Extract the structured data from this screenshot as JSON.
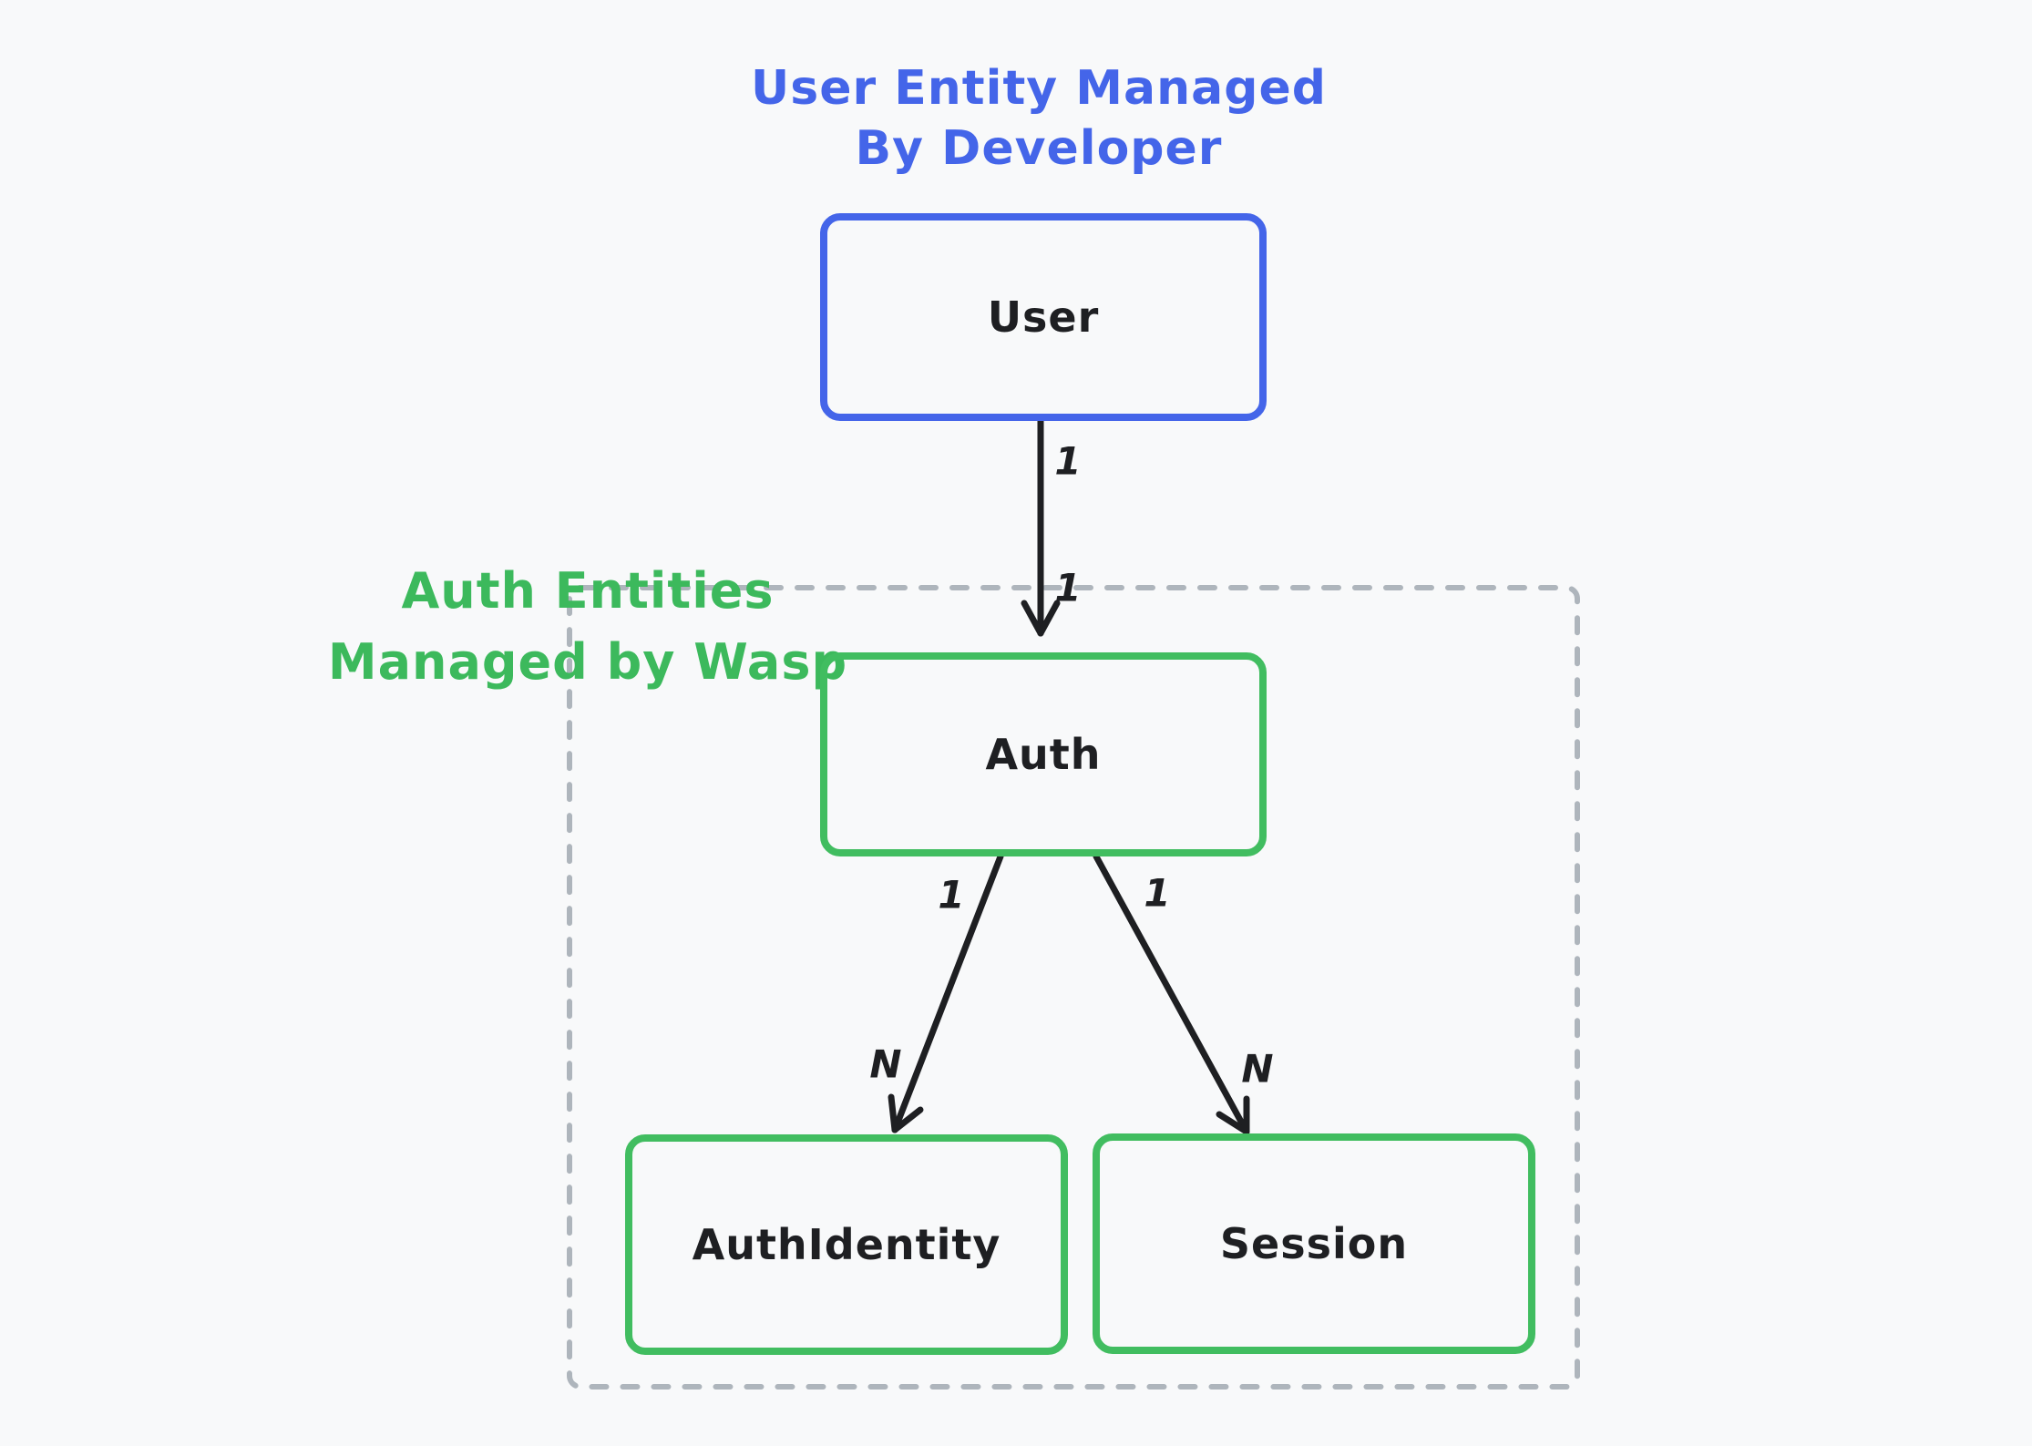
{
  "page": {
    "background_color": "#f8f9fa",
    "type": "entity-relationship-diagram"
  },
  "colors": {
    "developer_blue": "#4465e9",
    "wasp_green": "#41bd60",
    "green_text": "#3cb95c",
    "ink_black": "#1e1f22",
    "boundary_gray": "#aeb5bc"
  },
  "annotations": {
    "developer_label": {
      "line1": "User Entity Managed",
      "line2": "By Developer"
    },
    "wasp_label": {
      "line1": "Auth Entities",
      "line2": "Managed by Wasp"
    }
  },
  "entities": {
    "user": {
      "label": "User"
    },
    "auth": {
      "label": "Auth"
    },
    "auth_identity": {
      "label": "AuthIdentity"
    },
    "session": {
      "label": "Session"
    }
  },
  "relationships": {
    "user_auth": {
      "from_cardinality": "1",
      "to_cardinality": "1"
    },
    "auth_authidentity": {
      "from_cardinality": "1",
      "to_cardinality": "N"
    },
    "auth_session": {
      "from_cardinality": "1",
      "to_cardinality": "N"
    }
  }
}
